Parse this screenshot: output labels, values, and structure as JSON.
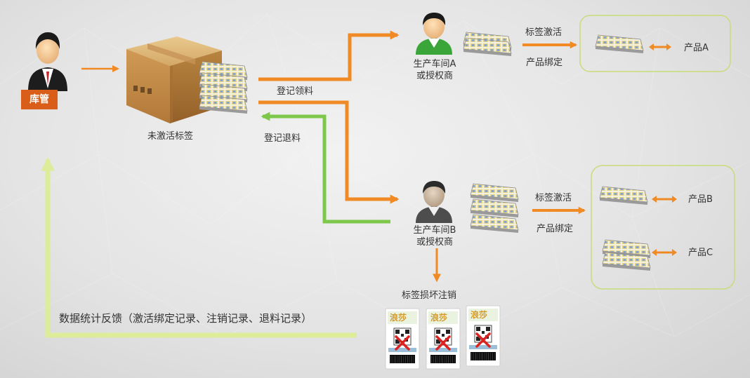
{
  "warehouse": {
    "role_badge": "库管"
  },
  "stock": {
    "label": "未激活标签"
  },
  "flows": {
    "issue_label": "登记领料",
    "return_label": "登记退料"
  },
  "workshop_a": {
    "label_line1": "生产车间A",
    "label_line2": "或授权商",
    "activate_label": "标签激活",
    "bind_label": "产品绑定",
    "product": "产品A"
  },
  "workshop_b": {
    "label_line1": "生产车间B",
    "label_line2": "或授权商",
    "activate_label": "标签激活",
    "bind_label": "产品绑定",
    "products": [
      "产品B",
      "产品C"
    ],
    "damaged_label": "标签损坏注销",
    "damaged_tag_brand": "浪莎"
  },
  "feedback": {
    "label": "数据统计反馈（激活绑定记录、注销记录、退料记录）"
  },
  "colors": {
    "orange_arrow": "#f08a24",
    "green_arrow": "#7dc84a",
    "feedback_arrow": "#dcec98",
    "group_border": "#c8dc7a",
    "badge": "#d85e1a",
    "cross": "#dd2222"
  }
}
